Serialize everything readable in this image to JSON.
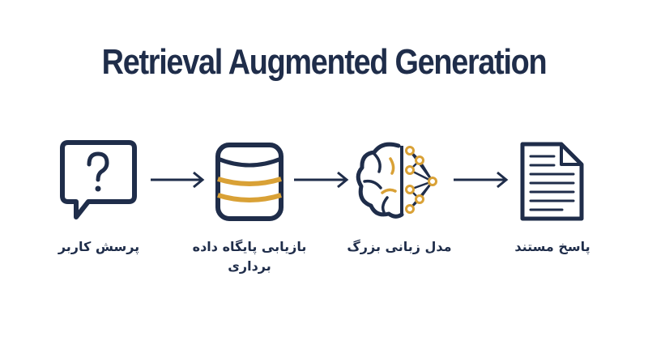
{
  "title": "Retrieval Augmented Generation",
  "steps": [
    {
      "label": "پرسش کاربر",
      "icon": "question-bubble-icon"
    },
    {
      "label": "بازیابی پایگاه داده برداری",
      "icon": "vector-database-icon"
    },
    {
      "label": "مدل زبانی بزرگ",
      "icon": "brain-network-icon"
    },
    {
      "label": "پاسخ مستند",
      "icon": "document-icon"
    }
  ],
  "colors": {
    "navy": "#1f2d4a",
    "gold": "#d9a136",
    "background": "#ffffff"
  }
}
